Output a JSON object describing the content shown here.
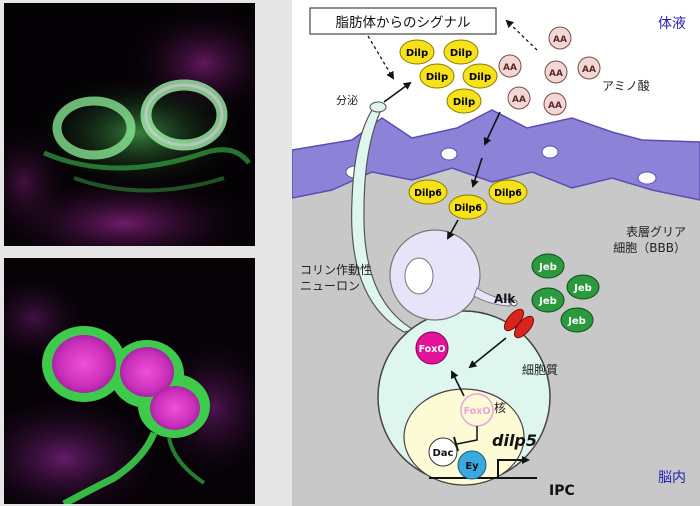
{
  "micrographs": {
    "top": "ファイル micrograph-top",
    "bottom": "micrograph-bottom"
  },
  "diagram": {
    "fat_body_signal": "脂肪体からのシグナル",
    "body_fluid": "体液",
    "brain": "脳内",
    "dilp_label": "Dilp",
    "aa_label": "AA",
    "amino_acid": "アミノ酸",
    "secretion": "分泌",
    "dilp6_label": "Dilp6",
    "glia_line1": "表層グリア",
    "glia_line2": "細胞（BBB）",
    "cholinergic_line1": "コリン作動性",
    "cholinergic_line2": "ニューロン",
    "jeb_label": "Jeb",
    "alk": "Alk",
    "foxo": "FoxO",
    "cytoplasm": "細胞質",
    "nucleus": "核",
    "dac": "Dac",
    "ey": "Ey",
    "dilp5": "dilp5",
    "ipc": "IPC"
  },
  "colors": {
    "dilp_yellow": "#f7e21a",
    "aa_pink": "#f3d7d4",
    "glia_purple": "#8c82d8",
    "jeb_green": "#2a9a3c",
    "ipc_fill": "#dff6ef",
    "nucleus_fill": "#fdfbd6",
    "foxo_magenta": "#e4139a",
    "ey_blue": "#39a9df",
    "alk_red": "#d9251d",
    "label_blue": "#2323b8"
  }
}
